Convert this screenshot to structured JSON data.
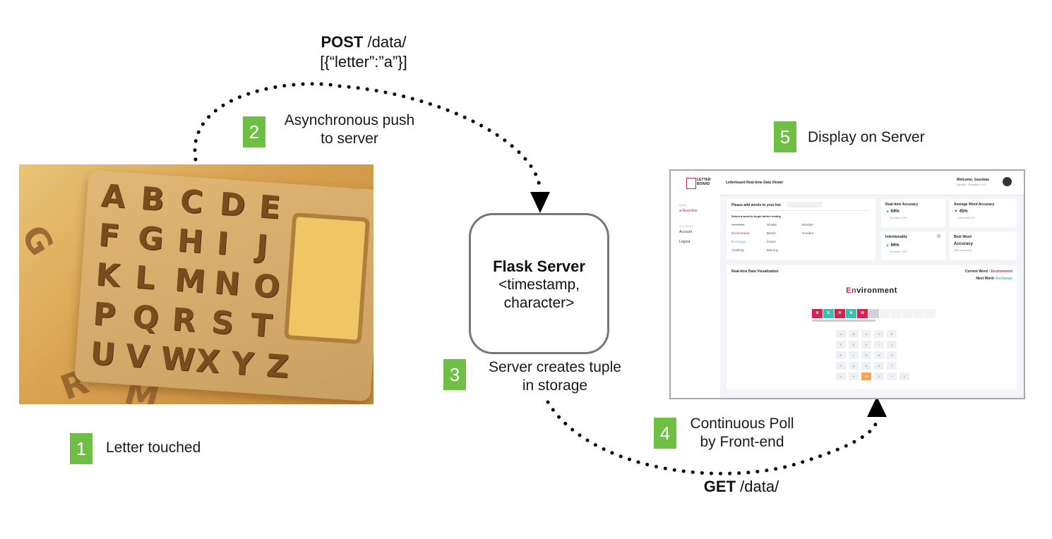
{
  "steps": [
    {
      "number": "1",
      "label": "Letter touched"
    },
    {
      "number": "2",
      "label_line1": "Asynchronous push",
      "label_line2": "to server"
    },
    {
      "number": "3",
      "label_line1": "Server creates tuple",
      "label_line2": "in storage"
    },
    {
      "number": "4",
      "label_line1": "Continuous Poll",
      "label_line2": "by Front-end"
    },
    {
      "number": "5",
      "label": "Display on Server"
    }
  ],
  "post_request": {
    "verb": "POST",
    "path": "/data/",
    "payload": "[{“letter”:”a”}]"
  },
  "get_request": {
    "verb": "GET",
    "path": "/data/"
  },
  "server": {
    "title": "Flask Server",
    "line1": "<timestamp,",
    "line2": "character>"
  },
  "photo": {
    "letters": [
      "A",
      "B",
      "C",
      "D",
      "E",
      "F",
      "G",
      "H",
      "I",
      "J",
      "K",
      "L",
      "M",
      "N",
      "O",
      "P",
      "Q",
      "R",
      "S",
      "T",
      "U",
      "V",
      "W",
      "X",
      "Y",
      "Z"
    ],
    "loose": [
      "G",
      "R",
      "M"
    ]
  },
  "dashboard": {
    "logo_line1": "LETTER",
    "logo_line2": "BOARD",
    "title": "Letterboard Real-time Data Viewer",
    "welcome": "Welcome, Geunbae",
    "version": "Version : Release 1.0.0",
    "sidebar": {
      "section_main": "MAIN",
      "realtime": "Real-time",
      "section_account": "ACCOUNT",
      "account": "Account",
      "logout": "Logout"
    },
    "words_card": {
      "add_label": "Please add words to your list:",
      "select_label": "Select a word to begin before testing",
      "words": [
        "Accuracy",
        "Shuttle",
        "Number",
        "Environment",
        "Beach",
        "Corridor",
        "Exchange",
        "Cause",
        "Anything",
        "Balcony"
      ]
    },
    "realtime_accuracy": {
      "title": "Real-time Accuracy",
      "value": "64%",
      "sub": "Increase 14%"
    },
    "avg_accuracy": {
      "title": "Average Word Accuracy",
      "value": "45%",
      "sub": "Decrease 4%"
    },
    "intentionality": {
      "title": "Intentionality",
      "value": "66%",
      "sub": "Increase 14%",
      "help": "?"
    },
    "best_word": {
      "title": "Best Word",
      "value": "Accuracy",
      "sub": "88% Accuracy"
    },
    "viz": {
      "title": "Real-time Data Visualization",
      "current_label": "Current Word : ",
      "current_word": "Environment",
      "next_label": "Next Word: ",
      "next_word": "Exchange",
      "word_prefix": "En",
      "word_rest": "vironment",
      "typed": [
        "N",
        "E",
        "R",
        "N",
        "W"
      ],
      "grid_rows": [
        [
          "A",
          "B",
          "C",
          "D",
          "E"
        ],
        [
          "F",
          "G",
          "H",
          "I",
          "J"
        ],
        [
          "K",
          "L",
          "M",
          "N",
          "O"
        ],
        [
          "P",
          "Q",
          "R",
          "S",
          "T"
        ],
        [
          "U",
          "V",
          "W",
          "X",
          "Y",
          "Z"
        ]
      ],
      "highlight": "W"
    }
  },
  "colors": {
    "badge": "#6fbf44",
    "accent_red": "#d4234f",
    "accent_teal": "#3cbfb0",
    "highlight_orange": "#f5a45a"
  }
}
